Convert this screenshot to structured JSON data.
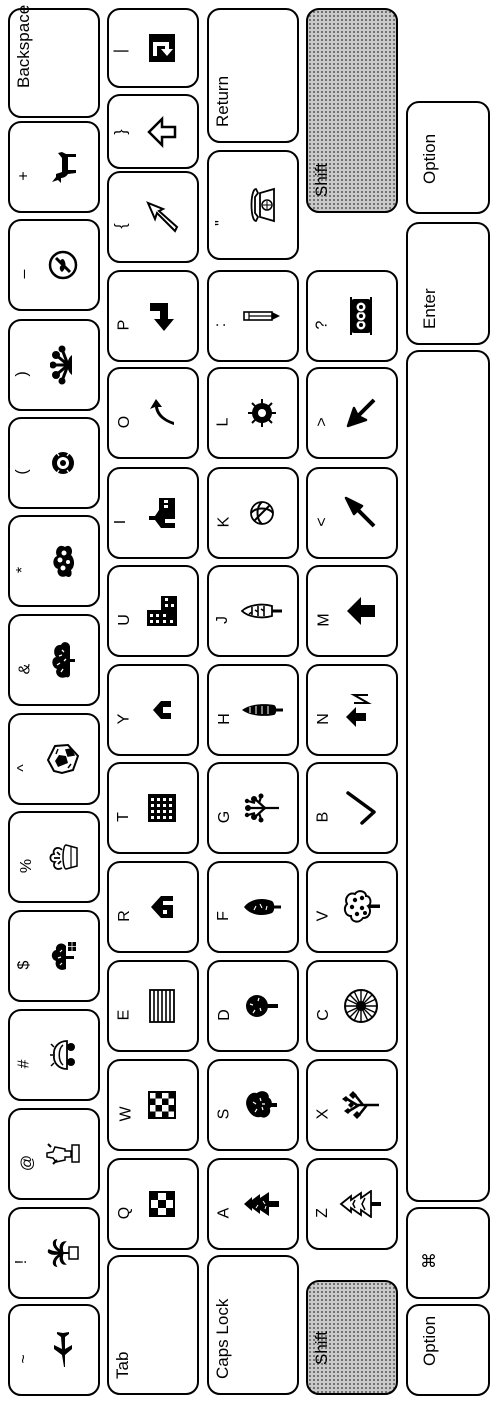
{
  "keyboard": {
    "rows": [
      [
        {
          "id": "tilde",
          "legend": "~",
          "icon": "airplane-icon"
        },
        {
          "id": "1",
          "legend": "!",
          "icon": "potted-palm-icon"
        },
        {
          "id": "2",
          "legend": "@",
          "icon": "statue-icon"
        },
        {
          "id": "3",
          "legend": "#",
          "icon": "car-icon"
        },
        {
          "id": "4",
          "legend": "$",
          "icon": "shrub-box-icon"
        },
        {
          "id": "5",
          "legend": "%",
          "icon": "planter-icon"
        },
        {
          "id": "6",
          "legend": "^",
          "icon": "rock-icon"
        },
        {
          "id": "7",
          "legend": "&",
          "icon": "wide-bush-icon"
        },
        {
          "id": "8",
          "legend": "*",
          "icon": "cloud-bush-icon"
        },
        {
          "id": "9",
          "legend": "(",
          "icon": "round-shrub-icon"
        },
        {
          "id": "0",
          "legend": ")",
          "icon": "flower-bush-icon"
        },
        {
          "id": "minus",
          "legend": "–",
          "icon": "no-sign-icon"
        },
        {
          "id": "plus",
          "legend": "+",
          "icon": "dog-icon"
        },
        {
          "id": "backspace",
          "legend": "Backspace",
          "icon": ""
        }
      ],
      [
        {
          "id": "tab",
          "legend": "Tab",
          "icon": ""
        },
        {
          "id": "q",
          "legend": "Q",
          "icon": "checker-small-icon"
        },
        {
          "id": "w",
          "legend": "W",
          "icon": "checker-icon"
        },
        {
          "id": "e",
          "legend": "E",
          "icon": "striped-pad-icon"
        },
        {
          "id": "r",
          "legend": "R",
          "icon": "small-house-icon"
        },
        {
          "id": "t",
          "legend": "T",
          "icon": "office-building-icon"
        },
        {
          "id": "y",
          "legend": "Y",
          "icon": "tiny-house-icon"
        },
        {
          "id": "u",
          "legend": "U",
          "icon": "l-building-icon"
        },
        {
          "id": "i",
          "legend": "I",
          "icon": "church-icon"
        },
        {
          "id": "o",
          "legend": "O",
          "icon": "curved-arrow-icon"
        },
        {
          "id": "p",
          "legend": "P",
          "icon": "turn-arrow-icon"
        },
        {
          "id": "bracket-left",
          "legend": "{",
          "icon": "bent-arrow-icon"
        },
        {
          "id": "bracket-right",
          "legend": "}",
          "icon": "up-arrow-outline-icon"
        },
        {
          "id": "pipe",
          "legend": "|",
          "icon": "return-arrow-icon"
        }
      ],
      [
        {
          "id": "caps",
          "legend": "Caps Lock",
          "icon": ""
        },
        {
          "id": "a",
          "legend": "A",
          "icon": "pine-tree-icon"
        },
        {
          "id": "s",
          "legend": "S",
          "icon": "oak-tree-icon"
        },
        {
          "id": "d",
          "legend": "D",
          "icon": "round-tree-icon"
        },
        {
          "id": "f",
          "legend": "F",
          "icon": "poplar-tree-icon"
        },
        {
          "id": "g",
          "legend": "G",
          "icon": "bare-tree-icon"
        },
        {
          "id": "h",
          "legend": "H",
          "icon": "cypress-tree-icon"
        },
        {
          "id": "j",
          "legend": "J",
          "icon": "columnar-tree-icon"
        },
        {
          "id": "k",
          "legend": "K",
          "icon": "swirl-shrub-icon"
        },
        {
          "id": "l",
          "legend": "L",
          "icon": "spiky-shrub-icon"
        },
        {
          "id": "semicolon",
          "legend": ":",
          "icon": "pencil-icon"
        },
        {
          "id": "quote",
          "legend": "\"",
          "icon": "telephone-icon"
        },
        {
          "id": "return",
          "legend": "Return",
          "icon": ""
        }
      ],
      [
        {
          "id": "shift-left",
          "legend": "Shift",
          "icon": ""
        },
        {
          "id": "z",
          "legend": "Z",
          "icon": "fir-tree-icon"
        },
        {
          "id": "x",
          "legend": "X",
          "icon": "sparse-tree-icon"
        },
        {
          "id": "c",
          "legend": "C",
          "icon": "tree-canopy-icon"
        },
        {
          "id": "v",
          "legend": "V",
          "icon": "bushy-tree-icon"
        },
        {
          "id": "b",
          "legend": "B",
          "icon": "check-mark-icon"
        },
        {
          "id": "n",
          "legend": "N",
          "icon": "north-arrow-icon"
        },
        {
          "id": "m",
          "legend": "M",
          "icon": "up-arrow-icon"
        },
        {
          "id": "comma",
          "legend": "<",
          "icon": "diagonal-arrow-icon"
        },
        {
          "id": "period",
          "legend": ">",
          "icon": "pointer-arrow-icon"
        },
        {
          "id": "slash",
          "legend": "?",
          "icon": "traffic-light-icon"
        },
        {
          "id": "shift-right",
          "legend": "Shift",
          "icon": ""
        }
      ],
      [
        {
          "id": "option-left",
          "legend": "Option",
          "icon": ""
        },
        {
          "id": "command",
          "legend": "⌘",
          "icon": ""
        },
        {
          "id": "space",
          "legend": "",
          "icon": ""
        },
        {
          "id": "enter",
          "legend": "Enter",
          "icon": ""
        },
        {
          "id": "option-right",
          "legend": "Option",
          "icon": ""
        }
      ]
    ]
  }
}
